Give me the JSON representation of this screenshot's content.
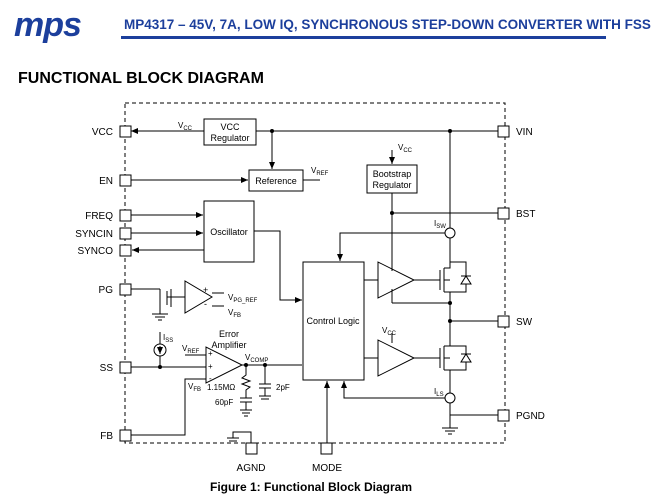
{
  "header": {
    "logo_text": "mps",
    "title": "MP4317 – 45V, 7A, LOW IQ, SYNCHRONOUS STEP-DOWN CONVERTER WITH FSS"
  },
  "section_title": "FUNCTIONAL BLOCK DIAGRAM",
  "caption": "Figure 1: Functional Block Diagram",
  "pins": {
    "vcc": "VCC",
    "en": "EN",
    "freq": "FREQ",
    "syncin": "SYNCIN",
    "synco": "SYNCO",
    "pg": "PG",
    "ss": "SS",
    "fb": "FB",
    "agnd": "AGND",
    "mode": "MODE",
    "vin": "VIN",
    "bst": "BST",
    "sw": "SW",
    "pgnd": "PGND"
  },
  "blocks": {
    "vcc_reg_1": "VCC",
    "vcc_reg_2": "Regulator",
    "reference": "Reference",
    "oscillator": "Oscillator",
    "control_logic": "Control Logic",
    "boot_reg_1": "Bootstrap",
    "boot_reg_2": "Regulator",
    "error_amp_1": "Error",
    "error_amp_2": "Amplifier"
  },
  "signals": {
    "vcc_main": "V",
    "vcc_sub": "CC",
    "vref_main": "V",
    "vref_sub": "REF",
    "vcc2_main": "V",
    "vcc2_sub": "CC",
    "isw_main": "I",
    "isw_sub": "SW",
    "ils_main": "I",
    "ils_sub": "LS",
    "vpgref_main": "V",
    "vpgref_sub": "PG_REF",
    "vfb_main": "V",
    "vfb_sub": "FB",
    "iss_main": "I",
    "iss_sub": "SS",
    "vref2_main": "V",
    "vref2_sub": "REF",
    "vfb2_main": "V",
    "vfb2_sub": "FB",
    "vcomp_main": "V",
    "vcomp_sub": "COMP",
    "vcc3_main": "V",
    "vcc3_sub": "CC"
  },
  "components": {
    "resistor": "1.15MΩ",
    "capacitor_1": "60pF",
    "capacitor_2": "2pF"
  },
  "comparator_signs": {
    "plus": "+",
    "minus": "-"
  }
}
